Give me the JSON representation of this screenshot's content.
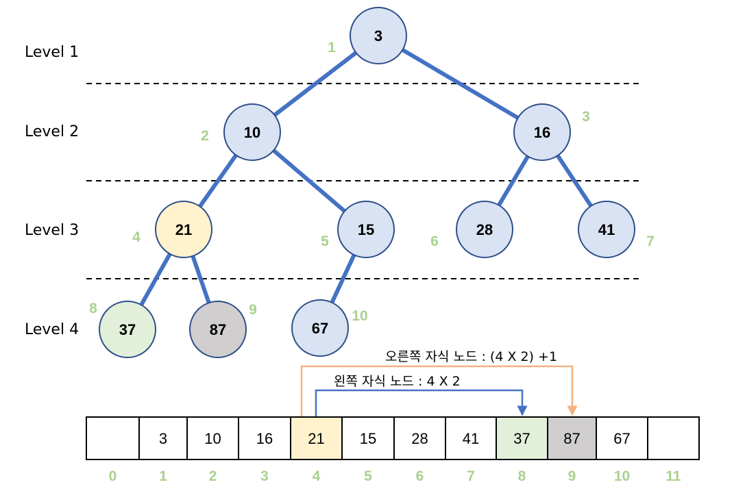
{
  "levels": [
    "Level 1",
    "Level 2",
    "Level 3",
    "Level 4"
  ],
  "colors": {
    "node_default": "#dae3f3",
    "node_highlight_parent": "#fff2cc",
    "node_highlight_left": "#e2f0d9",
    "node_highlight_right": "#d0cece",
    "edge": "#4472c4",
    "index_label": "#a9d18e",
    "right_child_arrow": "#f4b183",
    "left_child_arrow": "#4472c4"
  },
  "tree": {
    "nodes": [
      {
        "index": "1",
        "value": "3",
        "highlight": "default"
      },
      {
        "index": "2",
        "value": "10",
        "highlight": "default"
      },
      {
        "index": "3",
        "value": "16",
        "highlight": "default"
      },
      {
        "index": "4",
        "value": "21",
        "highlight": "parent"
      },
      {
        "index": "5",
        "value": "15",
        "highlight": "default"
      },
      {
        "index": "6",
        "value": "28",
        "highlight": "default"
      },
      {
        "index": "7",
        "value": "41",
        "highlight": "default"
      },
      {
        "index": "8",
        "value": "37",
        "highlight": "left"
      },
      {
        "index": "9",
        "value": "87",
        "highlight": "right"
      },
      {
        "index": "10",
        "value": "67",
        "highlight": "default"
      }
    ],
    "edges": [
      [
        1,
        2
      ],
      [
        1,
        3
      ],
      [
        2,
        4
      ],
      [
        2,
        5
      ],
      [
        3,
        6
      ],
      [
        3,
        7
      ],
      [
        4,
        8
      ],
      [
        4,
        9
      ],
      [
        5,
        10
      ]
    ]
  },
  "array": {
    "cells": [
      {
        "index": "0",
        "value": "",
        "highlight": "none"
      },
      {
        "index": "1",
        "value": "3",
        "highlight": "none"
      },
      {
        "index": "2",
        "value": "10",
        "highlight": "none"
      },
      {
        "index": "3",
        "value": "16",
        "highlight": "none"
      },
      {
        "index": "4",
        "value": "21",
        "highlight": "parent"
      },
      {
        "index": "5",
        "value": "15",
        "highlight": "none"
      },
      {
        "index": "6",
        "value": "28",
        "highlight": "none"
      },
      {
        "index": "7",
        "value": "41",
        "highlight": "none"
      },
      {
        "index": "8",
        "value": "37",
        "highlight": "left"
      },
      {
        "index": "9",
        "value": "87",
        "highlight": "right"
      },
      {
        "index": "10",
        "value": "67",
        "highlight": "none"
      },
      {
        "index": "11",
        "value": "",
        "highlight": "none"
      }
    ]
  },
  "annotations": {
    "right_child": "오른쪽 자식 노드 : (4 X 2) +1",
    "left_child": "왼쪽 자식 노드 : 4 X 2"
  }
}
